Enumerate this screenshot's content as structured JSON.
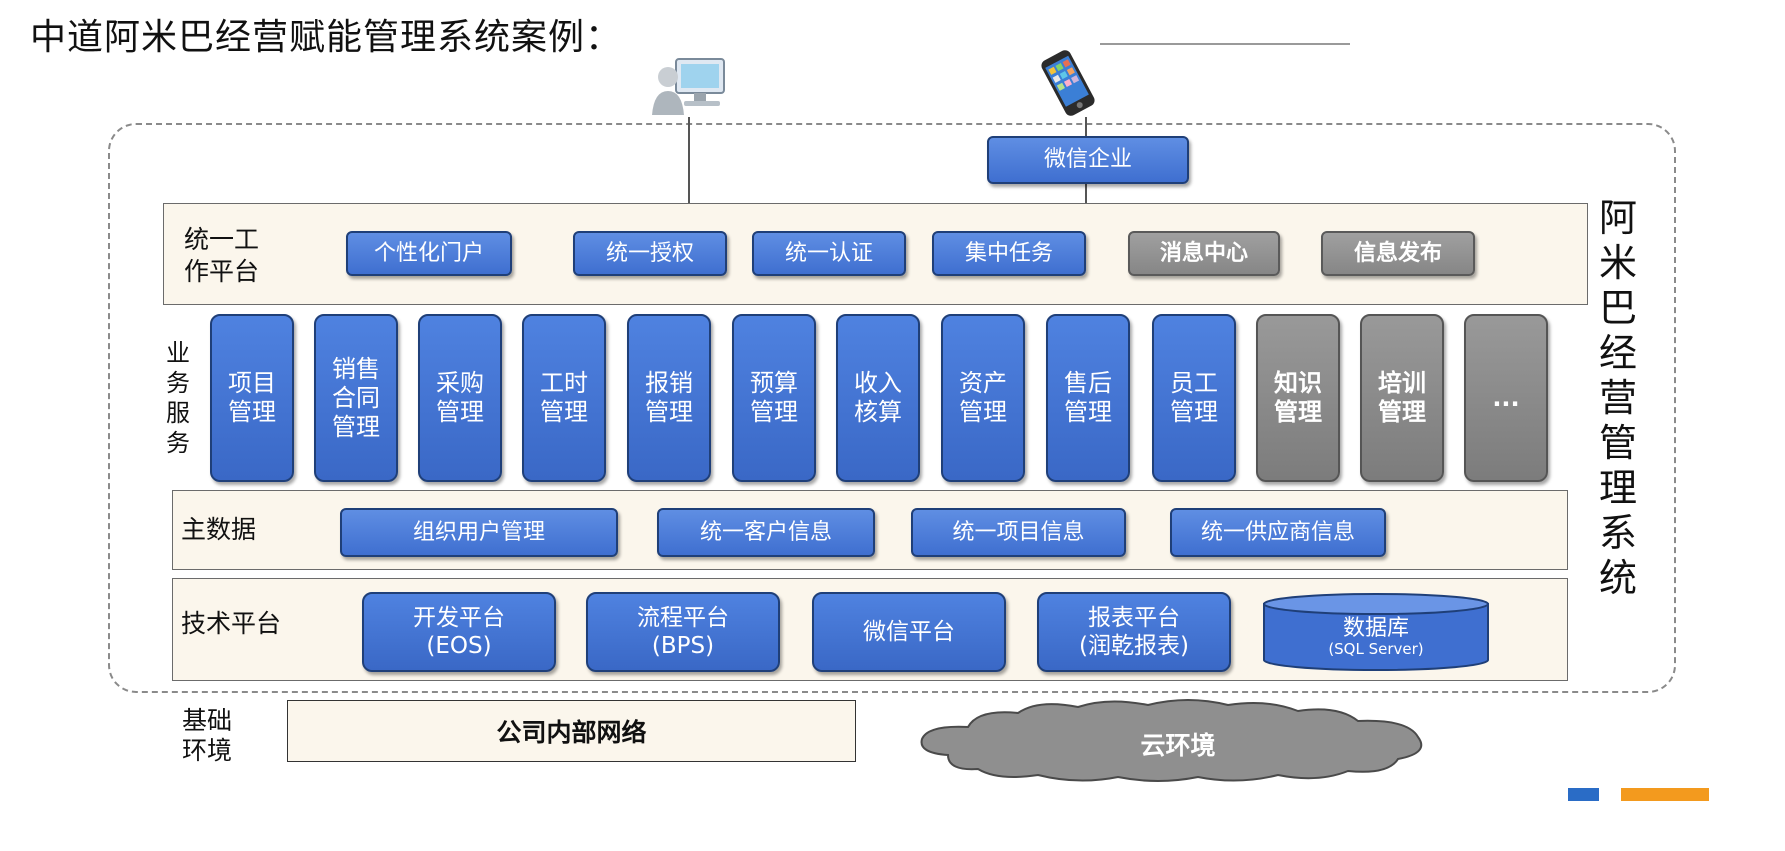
{
  "title": "中道阿米巴经营赋能管理系统案例：",
  "side_title": "阿米巴经营管理系统",
  "wechat_enterprise": "微信企业",
  "icons": [
    "pc-user-icon",
    "smartphone-icon",
    "cloud-icon"
  ],
  "colors": {
    "blue": "#4a7bdc",
    "gray": "#8e8e8e",
    "band": "#fbf6ec",
    "accent_blue": "#2a6cc6",
    "accent_orange": "#f39a1e"
  },
  "work_platform": {
    "label": "统一工\n作平台",
    "items": [
      {
        "label": "个性化门户",
        "gray": false
      },
      {
        "label": "统一授权",
        "gray": false
      },
      {
        "label": "统一认证",
        "gray": false
      },
      {
        "label": "集中任务",
        "gray": false
      },
      {
        "label": "消息中心",
        "gray": true
      },
      {
        "label": "信息发布",
        "gray": true
      }
    ]
  },
  "business": {
    "label": "业务服务",
    "items": [
      {
        "label": "项目\n管理",
        "gray": false
      },
      {
        "label": "销售\n合同\n管理",
        "gray": false
      },
      {
        "label": "采购\n管理",
        "gray": false
      },
      {
        "label": "工时\n管理",
        "gray": false
      },
      {
        "label": "报销\n管理",
        "gray": false
      },
      {
        "label": "预算\n管理",
        "gray": false
      },
      {
        "label": "收入\n核算",
        "gray": false
      },
      {
        "label": "资产\n管理",
        "gray": false
      },
      {
        "label": "售后\n管理",
        "gray": false
      },
      {
        "label": "员工\n管理",
        "gray": false
      },
      {
        "label": "知识\n管理",
        "gray": true
      },
      {
        "label": "培训\n管理",
        "gray": true
      },
      {
        "label": "...",
        "gray": true
      }
    ]
  },
  "master_data": {
    "label": "主数据",
    "items": [
      "组织用户管理",
      "统一客户信息",
      "统一项目信息",
      "统一供应商信息"
    ]
  },
  "tech_platform": {
    "label": "技术平台",
    "items": [
      "开发平台\n(EOS)",
      "流程平台\n(BPS)",
      "微信平台",
      "报表平台\n(润乾报表)"
    ],
    "database": {
      "label": "数据库",
      "sub": "(SQL Server)"
    }
  },
  "infrastructure": {
    "label": "基础\n环境",
    "internal_network": "公司内部网络",
    "cloud": "云环境"
  }
}
